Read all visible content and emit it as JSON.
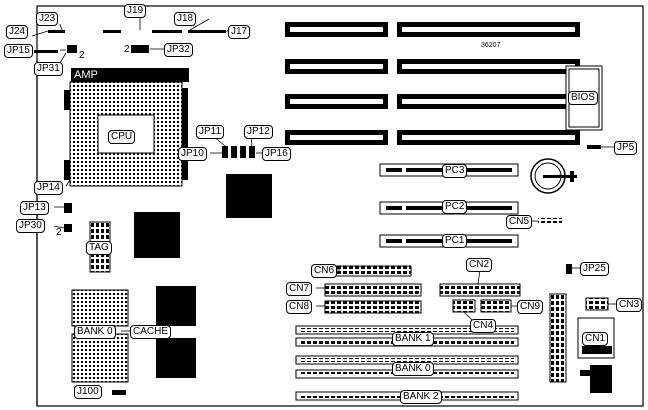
{
  "board_id": "36207",
  "amp_label": "AMP",
  "labels": {
    "j23": "J23",
    "j24": "J24",
    "j19": "J19",
    "j18": "J18",
    "j17": "J17",
    "jp15": "JP15",
    "jp31": "JP31",
    "jp32": "JP32",
    "pin2_a": "2",
    "pin2_b": "2",
    "pin2_c": "2",
    "bios": "BIOS",
    "cpu": "CPU",
    "jp11": "JP11",
    "jp12": "JP12",
    "jp10": "JP10",
    "jp16": "JP16",
    "jp5": "JP5",
    "pc3": "PC3",
    "pc2": "PC2",
    "pc1": "PC1",
    "jp14": "JP14",
    "jp13": "JP13",
    "jp30": "JP30",
    "tag": "TAG",
    "cn5": "CN5",
    "cn6": "CN6",
    "cn2": "CN2",
    "jp25": "JP25",
    "cn7": "CN7",
    "cn8": "CN8",
    "cn9": "CN9",
    "cn3": "CN3",
    "cn4": "CN4",
    "bank0_cache": "BANK 0",
    "cache": "CACHE",
    "cn1": "CN1",
    "bank1": "BANK 1",
    "bank0": "BANK 0",
    "bank2": "BANK 2",
    "j100": "J100"
  }
}
